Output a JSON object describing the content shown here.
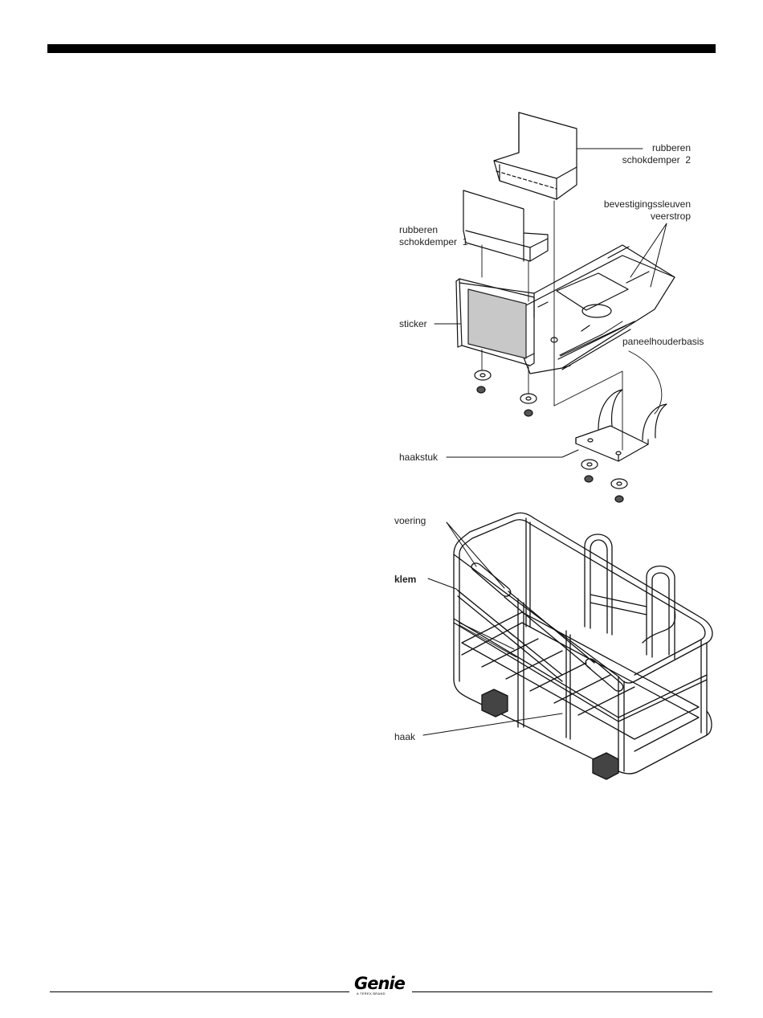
{
  "labels": {
    "shock_absorber_2": "rubberen\nschokdemper  2",
    "mount_slots": "bevestigingssleuven\nveerstrop",
    "shock_absorber_1": "rubberen\nschokdemper  1",
    "sticker": "sticker",
    "panel_holder_base": "paneelhouderbasis",
    "hook_piece": "haakstuk",
    "lining": "voering",
    "clamp": "klem",
    "hook": "haak"
  },
  "footer": {
    "logo_word": "Genie",
    "logo_sub": "A TEREX BRAND"
  }
}
